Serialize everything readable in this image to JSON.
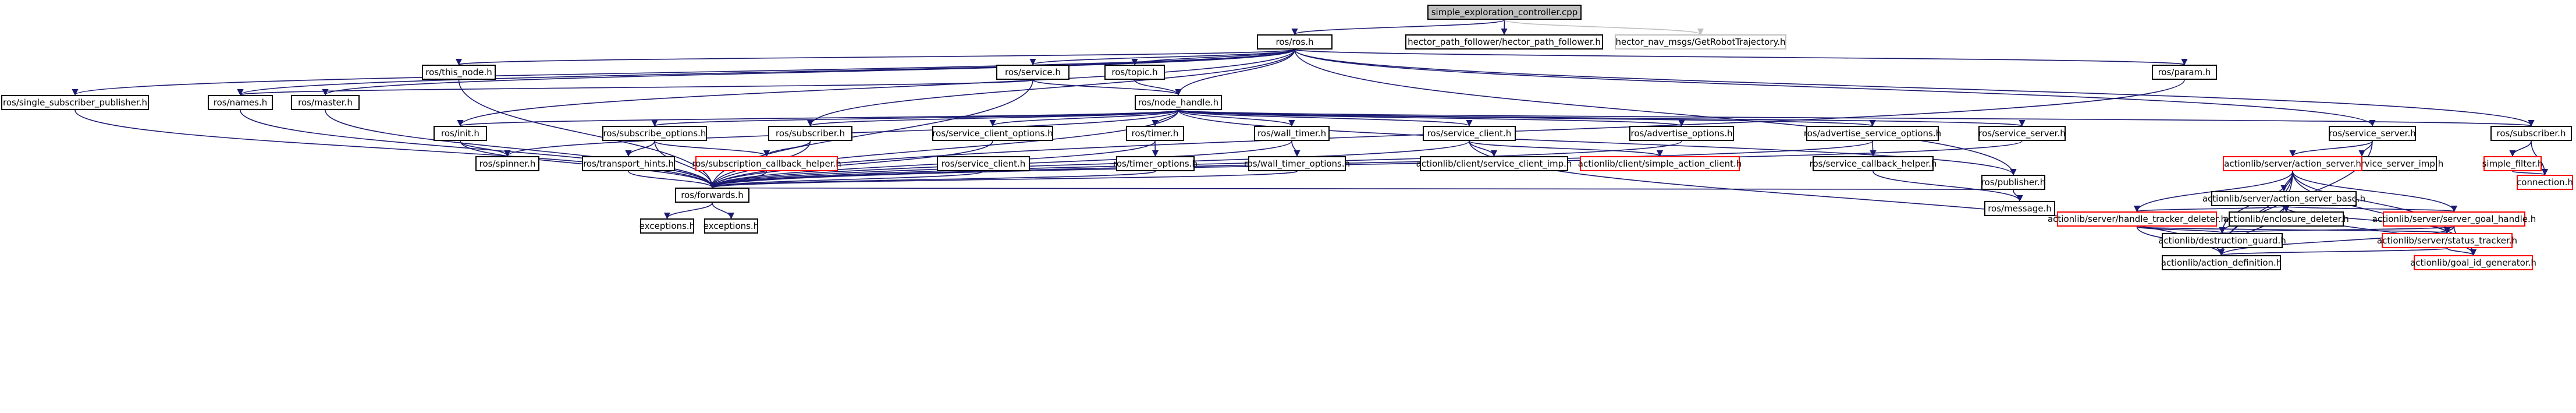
{
  "colors": {
    "edge": "#191970",
    "edge_ext": "#bfbfbf",
    "border": "#000000",
    "border_red": "#ff0000",
    "border_gray": "#bfbfbf",
    "root_fill": "#bfbfbf"
  },
  "nodes": [
    {
      "id": "n0",
      "label": "simple_exploration_controller.cpp",
      "kind": "root"
    },
    {
      "id": "n1",
      "label": "ros/ros.h",
      "kind": "normal"
    },
    {
      "id": "n2",
      "label": "hector_path_follower/hector_path_follower.h",
      "kind": "normal"
    },
    {
      "id": "n3",
      "label": "hector_nav_msgs/GetRobotTrajectory.h",
      "kind": "external"
    },
    {
      "id": "n4",
      "label": "ros/this_node.h",
      "kind": "normal"
    },
    {
      "id": "n5",
      "label": "ros/service.h",
      "kind": "normal"
    },
    {
      "id": "n6",
      "label": "ros/topic.h",
      "kind": "normal"
    },
    {
      "id": "n7",
      "label": "ros/param.h",
      "kind": "normal"
    },
    {
      "id": "n8",
      "label": "ros/single_subscriber_publisher.h",
      "kind": "normal"
    },
    {
      "id": "n9",
      "label": "ros/names.h",
      "kind": "normal"
    },
    {
      "id": "n10",
      "label": "ros/master.h",
      "kind": "normal"
    },
    {
      "id": "n11",
      "label": "ros/node_handle.h",
      "kind": "normal"
    },
    {
      "id": "n12",
      "label": "ros/init.h",
      "kind": "normal"
    },
    {
      "id": "n13",
      "label": "ros/subscribe_options.h",
      "kind": "normal"
    },
    {
      "id": "n14",
      "label": "ros/subscriber.h",
      "kind": "normal"
    },
    {
      "id": "n15",
      "label": "ros/service_client_options.h",
      "kind": "normal"
    },
    {
      "id": "n16",
      "label": "ros/timer.h",
      "kind": "normal"
    },
    {
      "id": "n17",
      "label": "ros/wall_timer.h",
      "kind": "normal"
    },
    {
      "id": "n18",
      "label": "ros/service_client.h",
      "kind": "normal"
    },
    {
      "id": "n19",
      "label": "ros/advertise_options.h",
      "kind": "normal"
    },
    {
      "id": "n20",
      "label": "ros/advertise_service_options.h",
      "kind": "normal"
    },
    {
      "id": "n21",
      "label": "ros/service_server.h",
      "kind": "normal"
    },
    {
      "id": "n22",
      "label": "ros/service_server.h",
      "kind": "normal"
    },
    {
      "id": "n23",
      "label": "ros/subscriber.h",
      "kind": "normal"
    },
    {
      "id": "n24",
      "label": "ros/spinner.h",
      "kind": "normal"
    },
    {
      "id": "n25",
      "label": "ros/transport_hints.h",
      "kind": "normal"
    },
    {
      "id": "n26",
      "label": "ros/subscription_callback_helper.h",
      "kind": "red"
    },
    {
      "id": "n27",
      "label": "ros/service_client.h",
      "kind": "normal"
    },
    {
      "id": "n28",
      "label": "ros/timer_options.h",
      "kind": "normal"
    },
    {
      "id": "n29",
      "label": "ros/wall_timer_options.h",
      "kind": "normal"
    },
    {
      "id": "n30",
      "label": "actionlib/client/service_client_imp.h",
      "kind": "normal"
    },
    {
      "id": "n31",
      "label": "actionlib/client/simple_action_client.h",
      "kind": "red"
    },
    {
      "id": "n32",
      "label": "ros/service_callback_helper.h",
      "kind": "normal"
    },
    {
      "id": "n33",
      "label": "ros/publisher.h",
      "kind": "normal"
    },
    {
      "id": "n34",
      "label": "actionlib/server/service_server_imp.h",
      "kind": "normal"
    },
    {
      "id": "n35",
      "label": "actionlib/server/action_server.h",
      "kind": "red"
    },
    {
      "id": "n36",
      "label": "simple_filter.h",
      "kind": "red"
    },
    {
      "id": "n37",
      "label": "ros/forwards.h",
      "kind": "normal"
    },
    {
      "id": "n38",
      "label": "ros/message.h",
      "kind": "normal"
    },
    {
      "id": "n39",
      "label": "exceptions.h",
      "kind": "normal"
    },
    {
      "id": "n40",
      "label": "exceptions.h",
      "kind": "normal"
    },
    {
      "id": "n41",
      "label": "actionlib/server/action_server_base.h",
      "kind": "normal"
    },
    {
      "id": "n42",
      "label": "actionlib/server/handle_tracker_deleter.h",
      "kind": "red"
    },
    {
      "id": "n43",
      "label": "actionlib/enclosure_deleter.h",
      "kind": "normal"
    },
    {
      "id": "n44",
      "label": "actionlib/server/server_goal_handle.h",
      "kind": "red"
    },
    {
      "id": "n45",
      "label": "actionlib/destruction_guard.h",
      "kind": "normal"
    },
    {
      "id": "n46",
      "label": "actionlib/server/status_tracker.h",
      "kind": "red"
    },
    {
      "id": "n47",
      "label": "actionlib/action_definition.h",
      "kind": "normal"
    },
    {
      "id": "n48",
      "label": "actionlib/goal_id_generator.h",
      "kind": "red"
    },
    {
      "id": "n49",
      "label": "connection.h",
      "kind": "red"
    }
  ]
}
